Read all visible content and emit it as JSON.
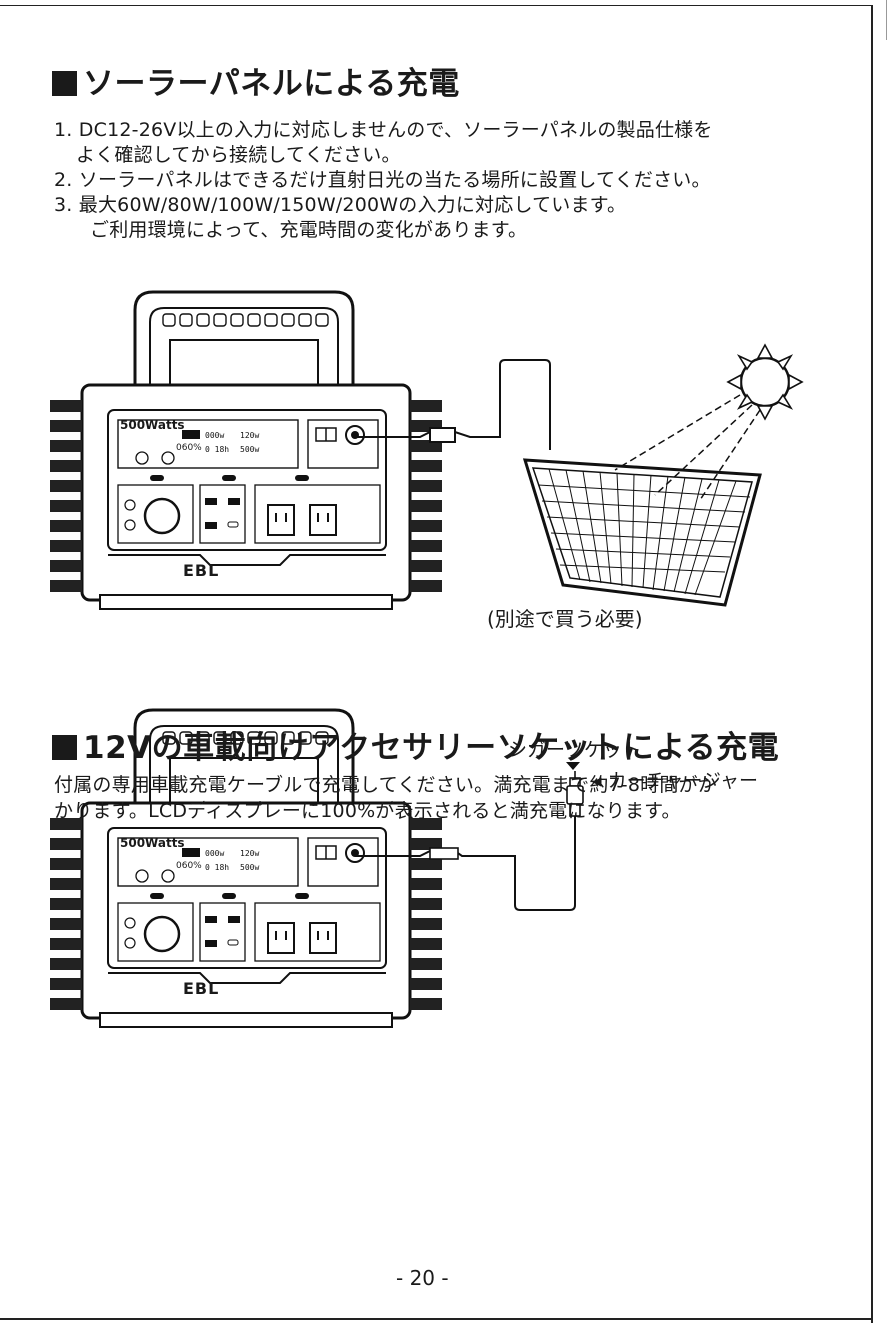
{
  "section1": {
    "title": "ソーラーパネルによる充電",
    "items": [
      "1. DC12-26V以上の入力に対応しませんので、ソーラーパネルの製品仕様を",
      "よく確認してから接続してください。",
      "2. ソーラーパネルはできるだけ直射日光の当たる場所に設置してください。",
      "3. 最大60W/80W/100W/150W/200Wの入力に対応しています。",
      "ご利用環境によって、充電時間の変化があります。"
    ],
    "panel_note": "(別途で買う必要)"
  },
  "section2": {
    "title": "12Vの車載向けアクセサリーソケットによる充電",
    "body": [
      "付属の専用車載充電ケーブルで充電してください。満充電まで約7-8時間がか",
      "かります。LCDディスプレーに100%が表示されると満充電になります。"
    ],
    "socket_label": "シガーソケット",
    "charger_label": "◂ カーチャージャー"
  },
  "device": {
    "brand": "EBL",
    "model_text": "500Watts",
    "lcd_percent": "060%"
  },
  "page_number": "- 20 -"
}
